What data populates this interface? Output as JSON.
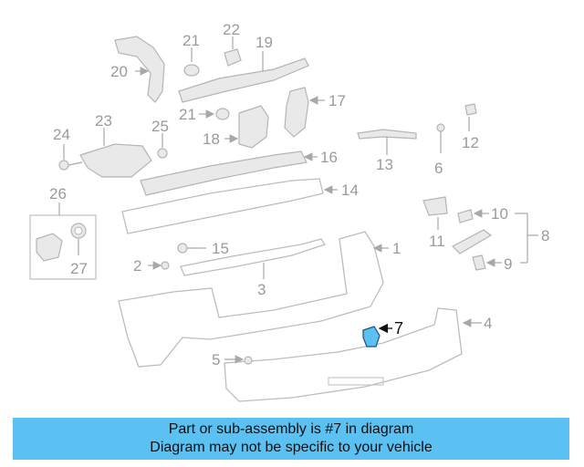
{
  "callouts": {
    "c1": "1",
    "c2": "2",
    "c3": "3",
    "c4": "4",
    "c5": "5",
    "c6": "6",
    "c7": "7",
    "c8": "8",
    "c9": "9",
    "c10": "10",
    "c11": "11",
    "c12": "12",
    "c13": "13",
    "c14": "14",
    "c15": "15",
    "c16": "16",
    "c17": "17",
    "c18": "18",
    "c19": "19",
    "c20": "20",
    "c21a": "21",
    "c21b": "21",
    "c22": "22",
    "c23": "23",
    "c24": "24",
    "c25": "25",
    "c26": "26",
    "c27": "27"
  },
  "highlight_color": "#5bc0f2",
  "banner": {
    "line1": "Part or sub-assembly is #7 in diagram",
    "line2": "Diagram may not be specific to your vehicle"
  }
}
